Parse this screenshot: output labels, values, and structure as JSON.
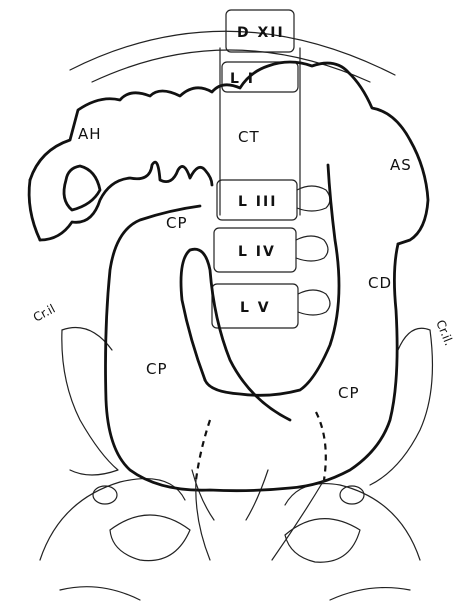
{
  "figure": {
    "vertebrae": {
      "dxii": "D XII",
      "l1": "L I",
      "l3": "L III",
      "l4": "L IV",
      "l5": "L V"
    },
    "regions": {
      "ah": "AH",
      "ct": "CT",
      "as": "AS",
      "cd": "CD",
      "cp_top": "CP",
      "cp_left": "CP",
      "cp_right": "CP"
    },
    "iliac_crest": {
      "left": "Cr.il",
      "right": "Cr.il."
    }
  }
}
